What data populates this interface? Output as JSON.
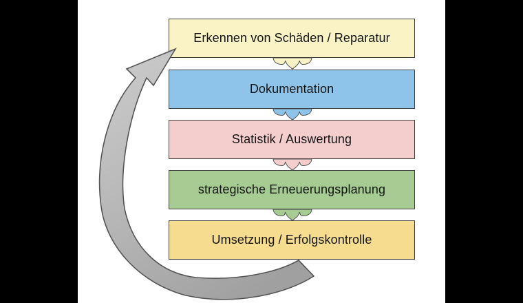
{
  "background": {
    "letterbox_color": "#000000",
    "panel_color": "#ffffff"
  },
  "diagram": {
    "type": "cycle-flowchart",
    "box_border_color": "#3f3f3f",
    "connector_stroke": "#4f4f4f",
    "steps": [
      {
        "label": "Erkennen von Schäden / Reparatur",
        "fill": "#F9F3C6"
      },
      {
        "label": "Dokumentation",
        "fill": "#8EC4E9"
      },
      {
        "label": "Statistik / Auswertung",
        "fill": "#F4CDCD"
      },
      {
        "label": "strategische Erneuerungsplanung",
        "fill": "#A7CC93"
      },
      {
        "label": "Umsetzung / Erfolgskontrolle",
        "fill": "#F5DC8E"
      }
    ],
    "connectors": [
      {
        "from": 0,
        "to": 1,
        "fill": "#F9F3C6"
      },
      {
        "from": 1,
        "to": 2,
        "fill": "#8EC4E9"
      },
      {
        "from": 2,
        "to": 3,
        "fill": "#F4CDCD"
      },
      {
        "from": 3,
        "to": 4,
        "fill": "#A7CC93"
      }
    ],
    "loop_arrow": {
      "meaning": "feedback loop from last step back to first step",
      "fill_light": "#c7c7c7",
      "fill_dark": "#a0a0a0",
      "stroke": "#545454"
    }
  }
}
